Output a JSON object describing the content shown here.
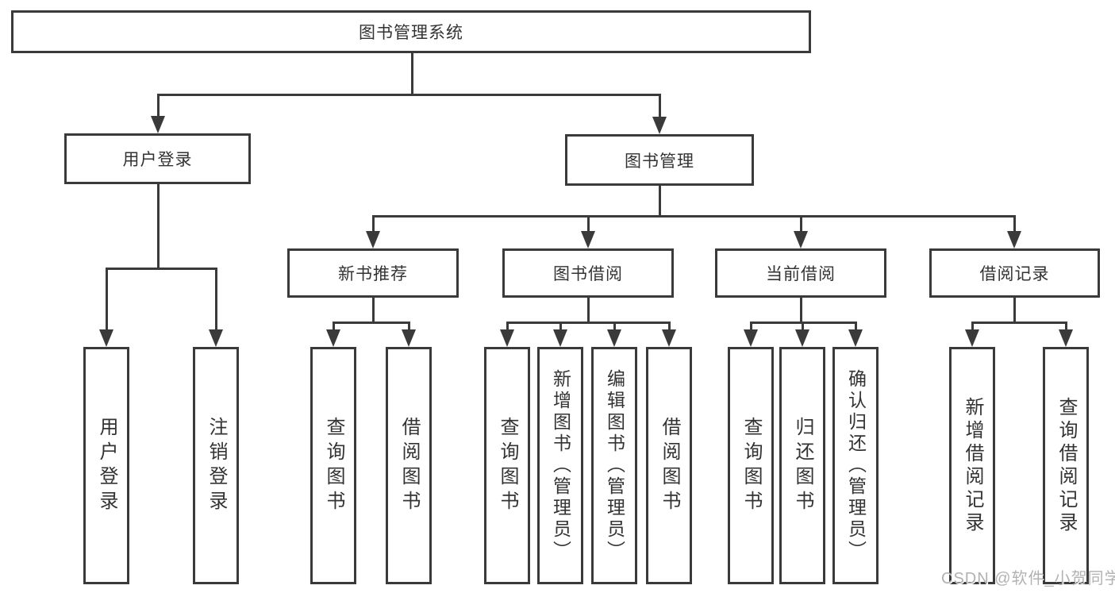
{
  "colors": {
    "line": "#3a3a3a",
    "text": "#333333",
    "box_background": "#ffffff",
    "watermark": "#b2b2b2"
  },
  "diagram_type": "hierarchy-tree",
  "tree": {
    "label": "图书管理系统",
    "children": [
      {
        "label": "用户登录",
        "children": [
          {
            "label": "用户登录"
          },
          {
            "label": "注销登录"
          }
        ]
      },
      {
        "label": "图书管理",
        "children": [
          {
            "label": "新书推荐",
            "children": [
              {
                "label": "查询图书"
              },
              {
                "label": "借阅图书"
              }
            ]
          },
          {
            "label": "图书借阅",
            "children": [
              {
                "label": "查询图书"
              },
              {
                "label": "新增图书（管理员）"
              },
              {
                "label": "编辑图书（管理员）"
              },
              {
                "label": "借阅图书"
              }
            ]
          },
          {
            "label": "当前借阅",
            "children": [
              {
                "label": "查询图书"
              },
              {
                "label": "归还图书"
              },
              {
                "label": "确认归还（管理员）"
              }
            ]
          },
          {
            "label": "借阅记录",
            "children": [
              {
                "label": "新增借阅记录"
              },
              {
                "label": "查询借阅记录"
              }
            ]
          }
        ]
      }
    ]
  },
  "watermark": {
    "text": "CSDN @软件_小贺同学"
  }
}
